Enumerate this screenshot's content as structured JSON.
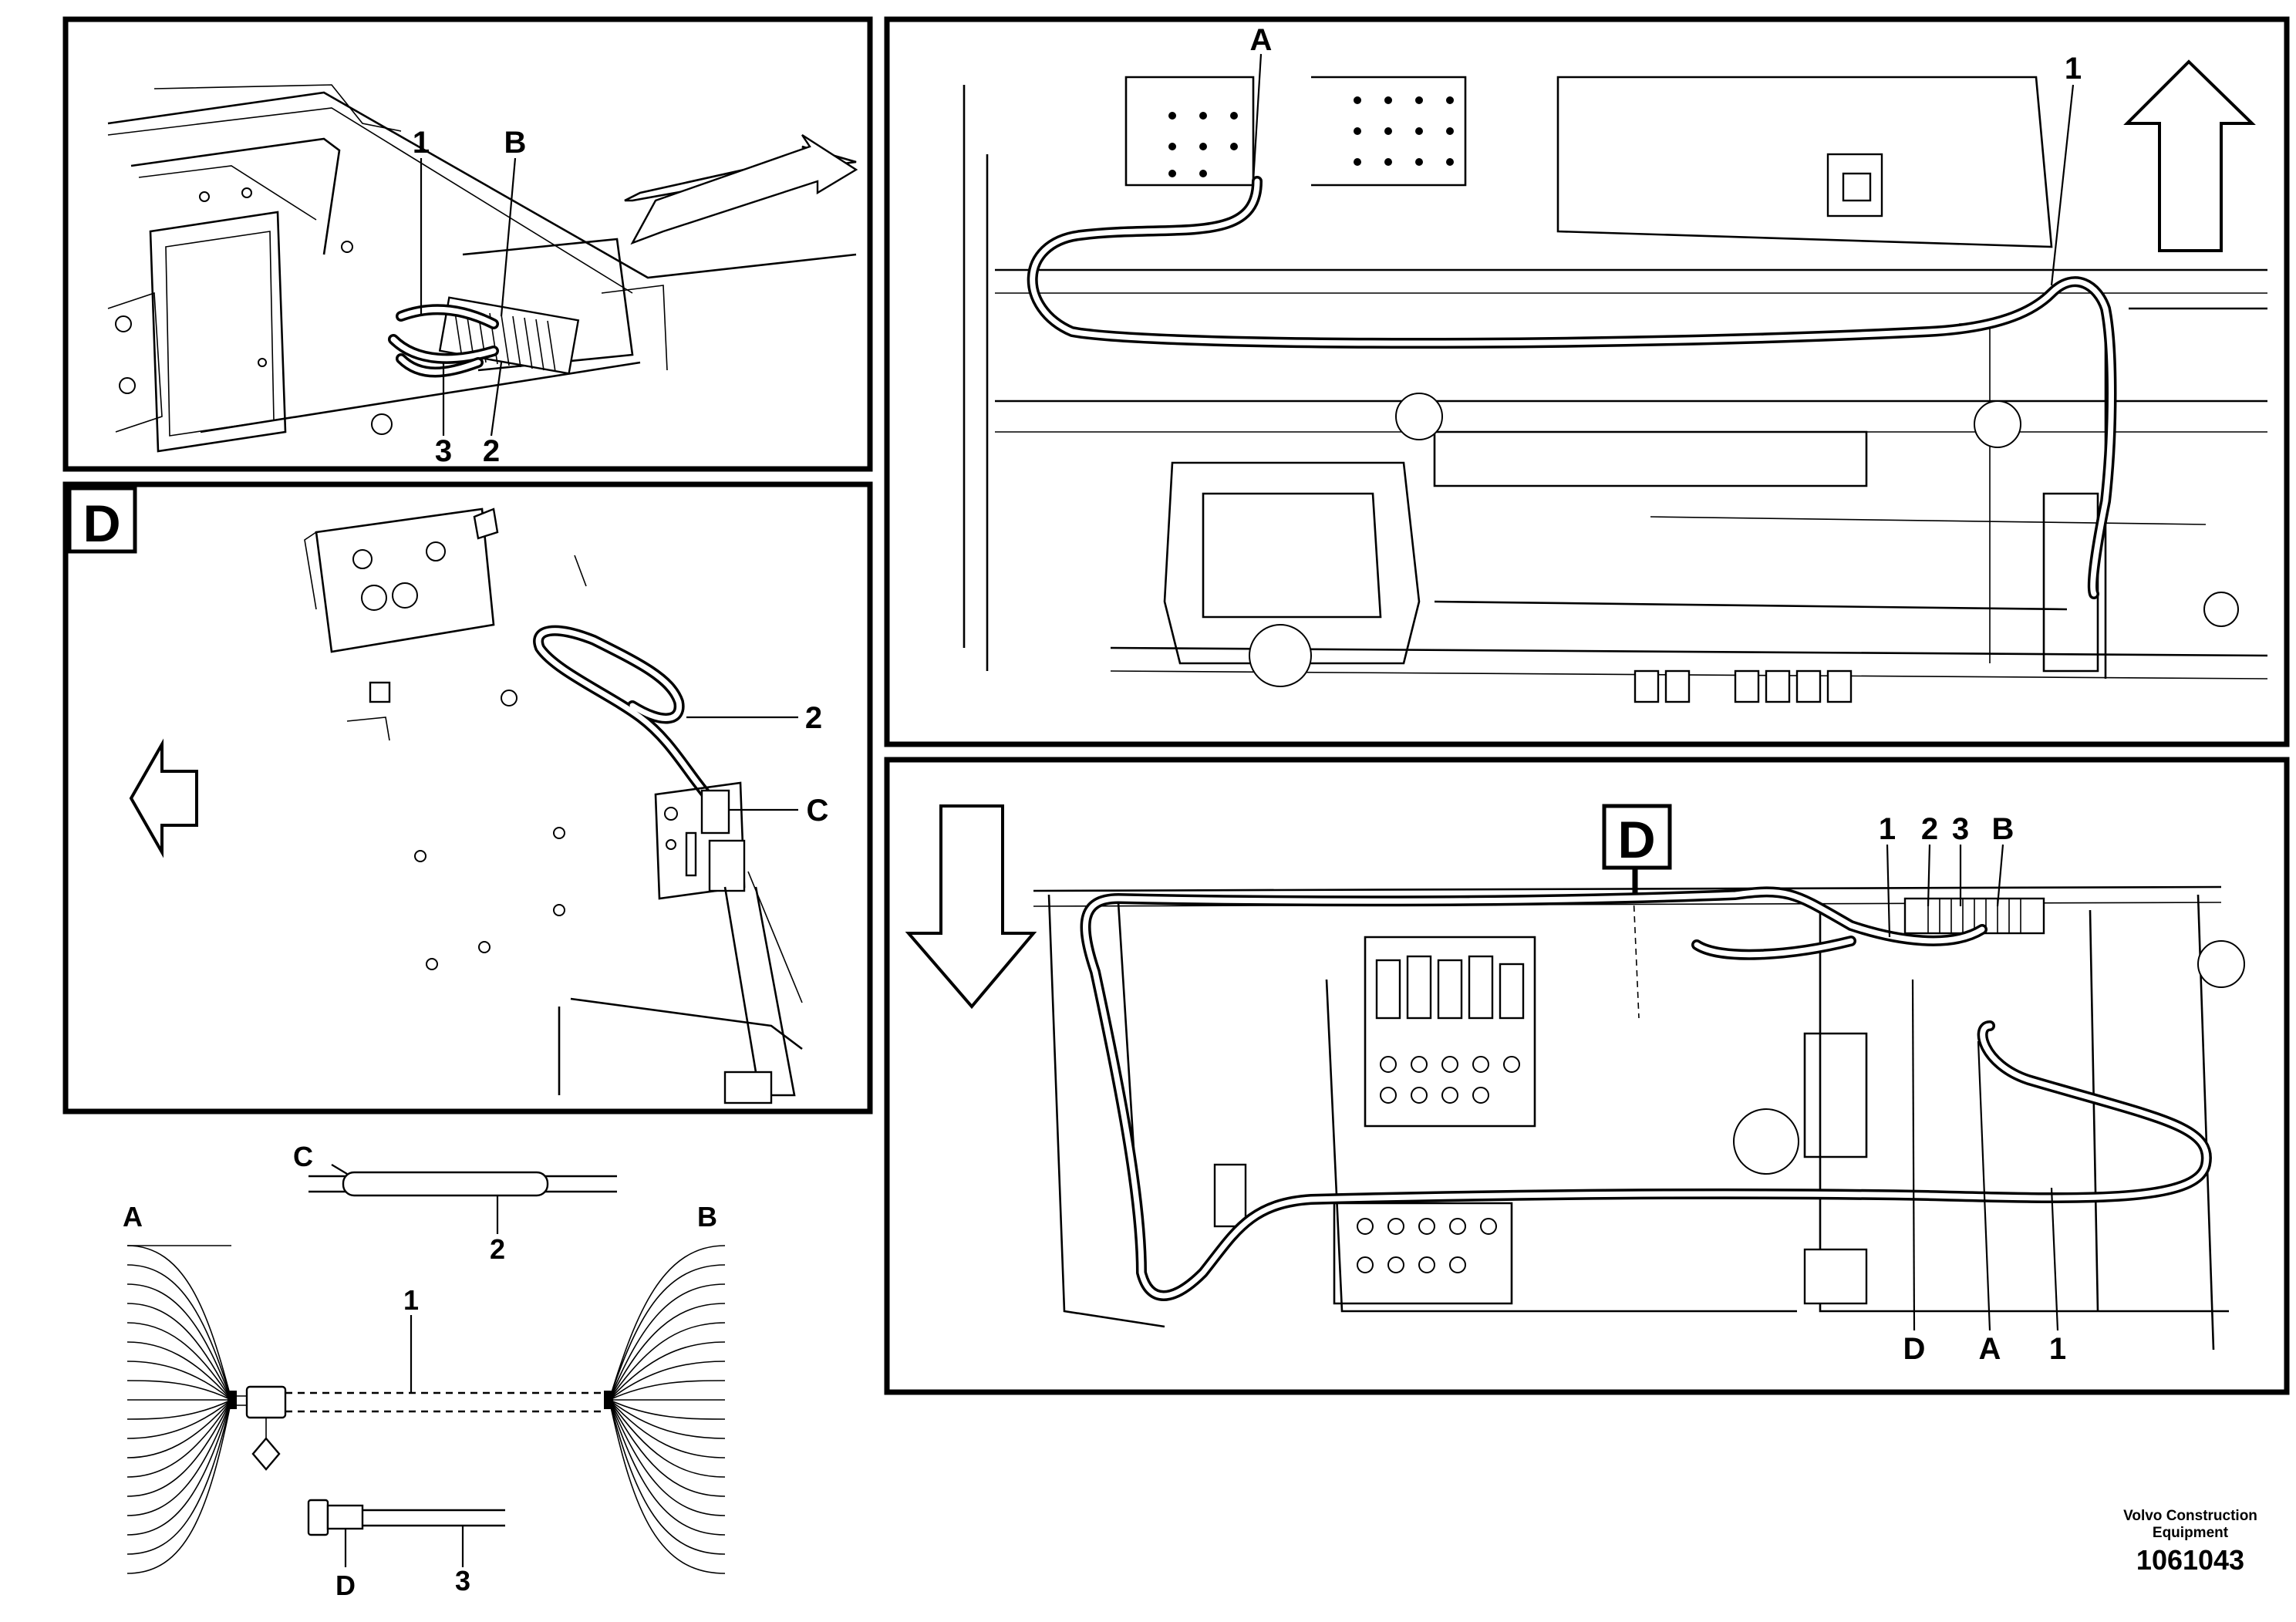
{
  "panels": {
    "top_left": {
      "labels": [
        "1",
        "B",
        "3",
        "2"
      ]
    },
    "view_d": {
      "tag": "D",
      "labels": [
        "2",
        "C"
      ]
    },
    "top_right": {
      "labels": [
        "A",
        "1"
      ]
    },
    "bottom_right": {
      "tag": "D",
      "top_labels": [
        "1",
        "2",
        "3",
        "B"
      ],
      "bottom_labels": [
        "D",
        "A",
        "1"
      ]
    }
  },
  "schematic": {
    "labels": {
      "c": "C",
      "two": "2",
      "a": "A",
      "b": "B",
      "one": "1",
      "d": "D",
      "three": "3"
    }
  },
  "footer": {
    "brand_line1": "Volvo Construction",
    "brand_line2": "Equipment",
    "drawing_number": "1061043"
  }
}
